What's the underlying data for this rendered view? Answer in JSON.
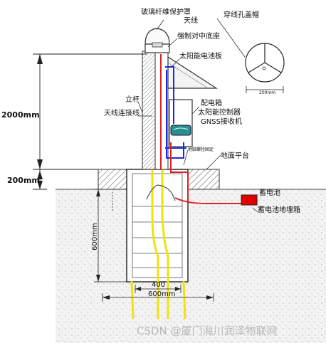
{
  "labels": {
    "radome": "玻璃纤维保护罩",
    "antenna": "天线",
    "centering_base": "强制对中底座",
    "solar_panel": "太阳能电池板",
    "pole": "立杆",
    "antenna_cable": "天线连接线",
    "distribution_box": "配电箱",
    "solar_controller": "太阳能控制器",
    "gnss_receiver": "GNSS接收机",
    "anchor_bolts": "地脚螺栓固定",
    "ground_platform": "地面平台",
    "battery": "蓄电池",
    "battery_box": "蓄电池地埋箱",
    "cable_hole_cap": "穿线孔盖帽",
    "cap_dimension": "200mm"
  },
  "dimensions": {
    "pole_height": "2000mm",
    "platform_height": "200mm",
    "pit_depth": "600mm",
    "pit_inner_width": "400",
    "pit_outer_width": "600mm"
  },
  "watermark": "CSDN @厦门海川润泽物联网",
  "colors": {
    "blue_cable": "#1a2bd8",
    "red_cable": "#e02020",
    "yellow_rebar": "#f2e20a",
    "battery": "#e00000",
    "receiver": "#2a8f8f"
  }
}
